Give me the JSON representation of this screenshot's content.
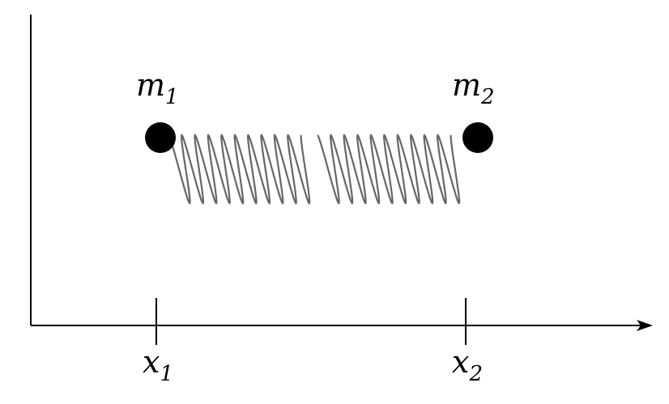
{
  "masses": [
    {
      "symbol": "m",
      "subscript": "1"
    },
    {
      "symbol": "m",
      "subscript": "2"
    }
  ],
  "positions": [
    {
      "symbol": "x",
      "subscript": "1"
    },
    {
      "symbol": "x",
      "subscript": "2"
    }
  ],
  "colors": {
    "ink": "#000000",
    "spring": "#555555"
  }
}
